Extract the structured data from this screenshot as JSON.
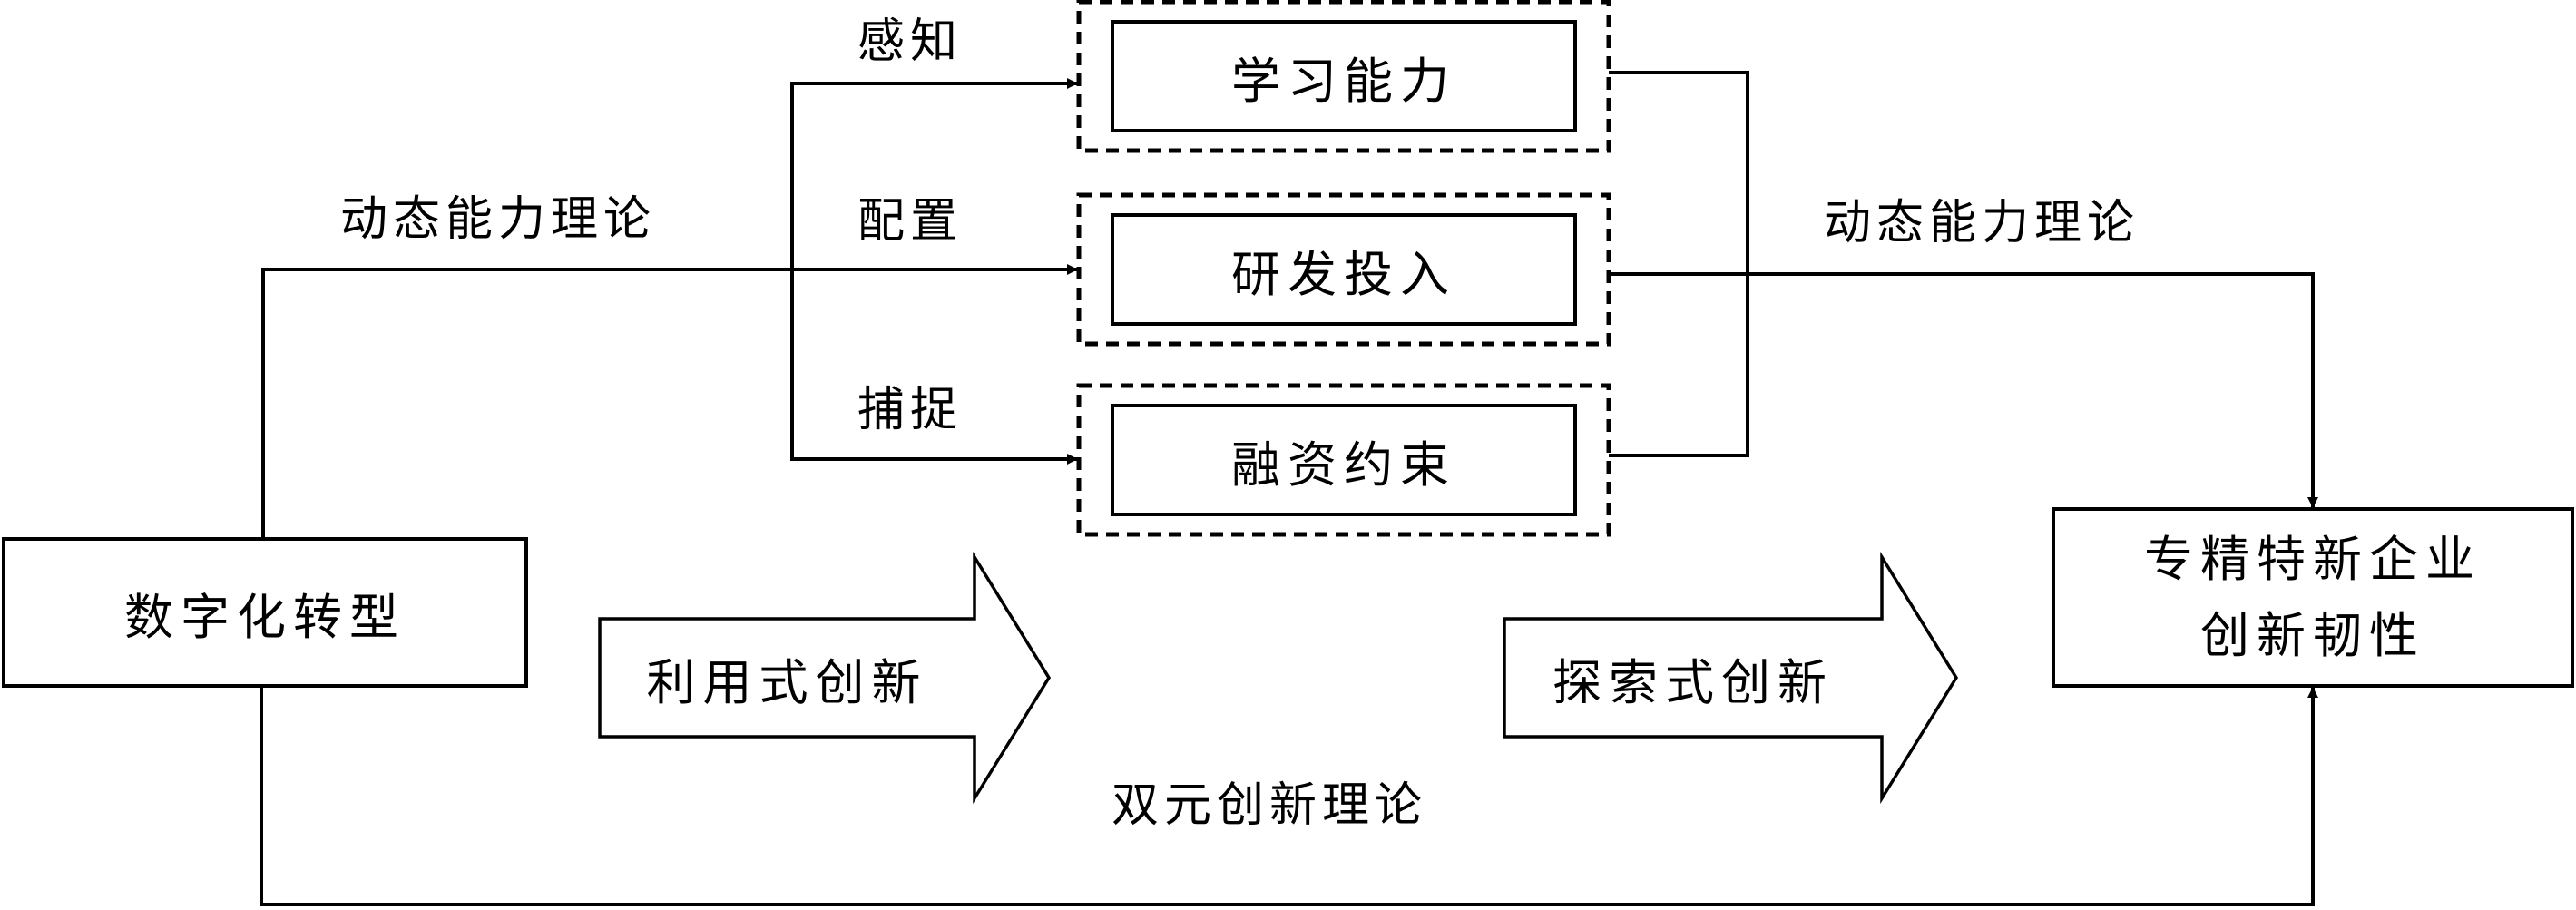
{
  "nodes": {
    "digital_transformation": "数字化转型",
    "learning_ability": "学习能力",
    "rd_investment": "研发投入",
    "financing_constraint": "融资约束",
    "sme_resilience_line1": "专精特新企业",
    "sme_resilience_line2": "创新韧性",
    "exploitative_innovation": "利用式创新",
    "exploratory_innovation": "探索式创新"
  },
  "edge_labels": {
    "sensing": "感知",
    "configuring": "配置",
    "seizing": "捕捉",
    "dynamic_capability_left": "动态能力理论",
    "dynamic_capability_right": "动态能力理论",
    "ambidextrous_innovation": "双元创新理论"
  },
  "colors": {
    "stroke": "#000000",
    "background": "#ffffff"
  }
}
